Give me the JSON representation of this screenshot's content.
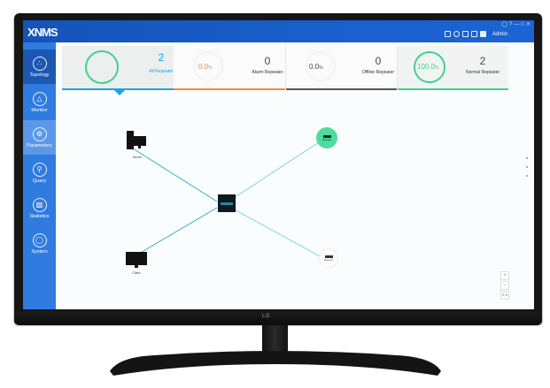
{
  "app": {
    "title": "XNMS",
    "user": "Admin",
    "window_controls": [
      "lock",
      "help",
      "minimize",
      "maximize",
      "close"
    ]
  },
  "toolbar": {
    "icons": [
      "message-icon",
      "search-settings-icon",
      "user-settings-icon",
      "edit-icon",
      "user-icon"
    ]
  },
  "sidebar": {
    "items": [
      {
        "label": "Topology",
        "icon": "topology-icon",
        "active": true
      },
      {
        "label": "Monitor",
        "icon": "warning-icon"
      },
      {
        "label": "Parameters",
        "icon": "parameters-icon",
        "hover": true
      },
      {
        "label": "Query",
        "icon": "query-icon"
      },
      {
        "label": "Statistics",
        "icon": "statistics-icon"
      },
      {
        "label": "System",
        "icon": "system-icon"
      }
    ]
  },
  "stats": {
    "all": {
      "count": "2",
      "label": "All Repeater",
      "color": "#1ea3e6",
      "ring": "#3fd18e"
    },
    "alarm": {
      "percent": "0.0",
      "unit": "%",
      "count": "0",
      "label": "Alarm Repeater",
      "color": "#f08a3a"
    },
    "offline": {
      "percent": "0.0",
      "unit": "%",
      "count": "0",
      "label": "Offline Repeater",
      "color": "#555555"
    },
    "normal": {
      "percent": "100.0",
      "unit": "%",
      "count": "2",
      "label": "Normal Repeater",
      "color": "#3fd18e"
    }
  },
  "topology": {
    "nodes": [
      {
        "id": "server",
        "label": "Server"
      },
      {
        "id": "client",
        "label": "Client"
      },
      {
        "id": "hub",
        "label": ""
      },
      {
        "id": "repeater-1",
        "label": "Repeater",
        "status": "normal"
      },
      {
        "id": "repeater-2",
        "label": "Repeater",
        "status": "offline"
      }
    ],
    "zoom": {
      "plus": "+",
      "minus": "−",
      "level": "0.5"
    }
  },
  "monitor": {
    "brand": "LG"
  }
}
